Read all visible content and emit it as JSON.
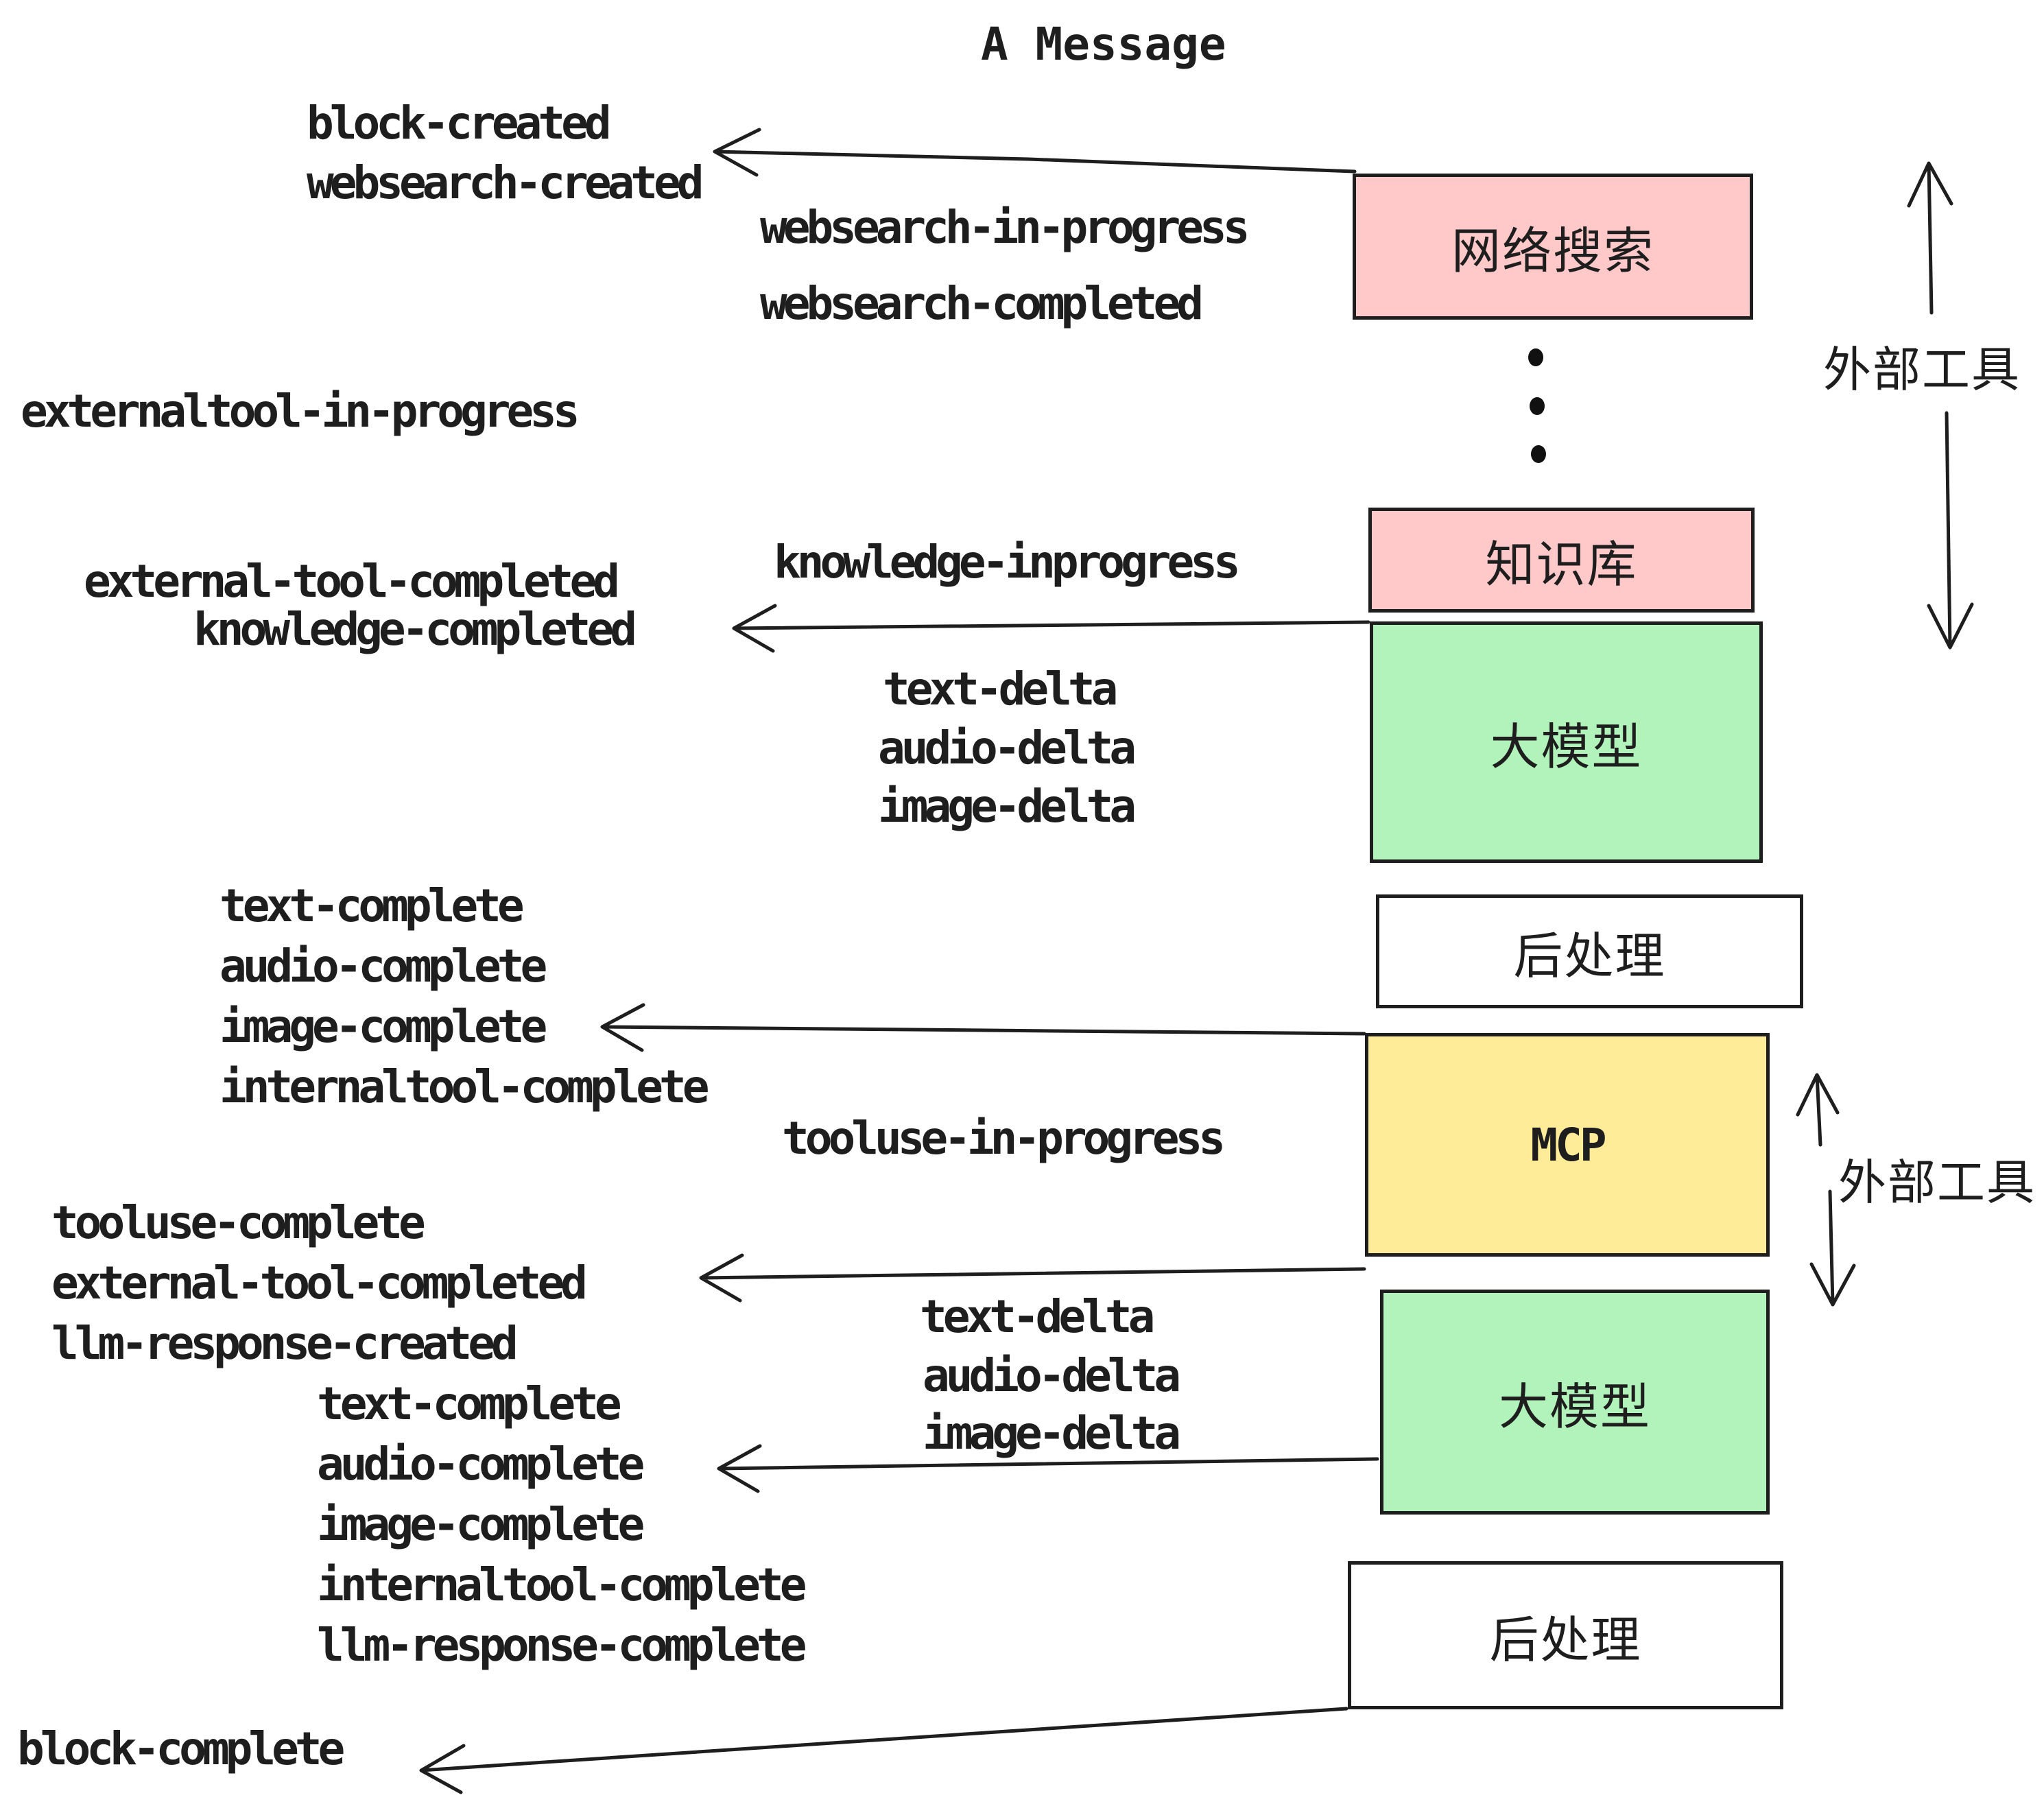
{
  "title": "A Message",
  "palette": {
    "box_pink": "#ffc9c9",
    "box_green": "#b2f2bb",
    "box_yellow": "#ffec99",
    "box_white": "#ffffff",
    "stroke": "#1e1e1e",
    "background": "#ffffff"
  },
  "boxes": [
    {
      "label": "网络搜索",
      "color": "pink"
    },
    {
      "label": "知识库",
      "color": "pink"
    },
    {
      "label": "大模型",
      "color": "green"
    },
    {
      "label": "后处理",
      "color": "white"
    },
    {
      "label": "MCP",
      "color": "yellow"
    },
    {
      "label": "大模型",
      "color": "green"
    },
    {
      "label": "后处理",
      "color": "white"
    }
  ],
  "side_labels": [
    {
      "text": "外部工具"
    },
    {
      "text": "外部工具"
    }
  ],
  "events": [
    {
      "text": "block-created"
    },
    {
      "text": "websearch-created"
    },
    {
      "text": "websearch-in-progress"
    },
    {
      "text": "websearch-completed"
    },
    {
      "text": "externaltool-in-progress"
    },
    {
      "text": "knowledge-inprogress"
    },
    {
      "text": "external-tool-completed"
    },
    {
      "text": "knowledge-completed"
    },
    {
      "text": "text-delta"
    },
    {
      "text": "audio-delta"
    },
    {
      "text": "image-delta"
    },
    {
      "text": "text-complete"
    },
    {
      "text": "audio-complete"
    },
    {
      "text": "image-complete"
    },
    {
      "text": "internaltool-complete"
    },
    {
      "text": "tooluse-in-progress"
    },
    {
      "text": "tooluse-complete"
    },
    {
      "text": "external-tool-completed"
    },
    {
      "text": "llm-response-created"
    },
    {
      "text": "text-complete"
    },
    {
      "text": "audio-complete"
    },
    {
      "text": "image-complete"
    },
    {
      "text": "internaltool-complete"
    },
    {
      "text": "llm-response-complete"
    },
    {
      "text": "text-delta"
    },
    {
      "text": "audio-delta"
    },
    {
      "text": "image-delta"
    },
    {
      "text": "block-complete"
    }
  ]
}
